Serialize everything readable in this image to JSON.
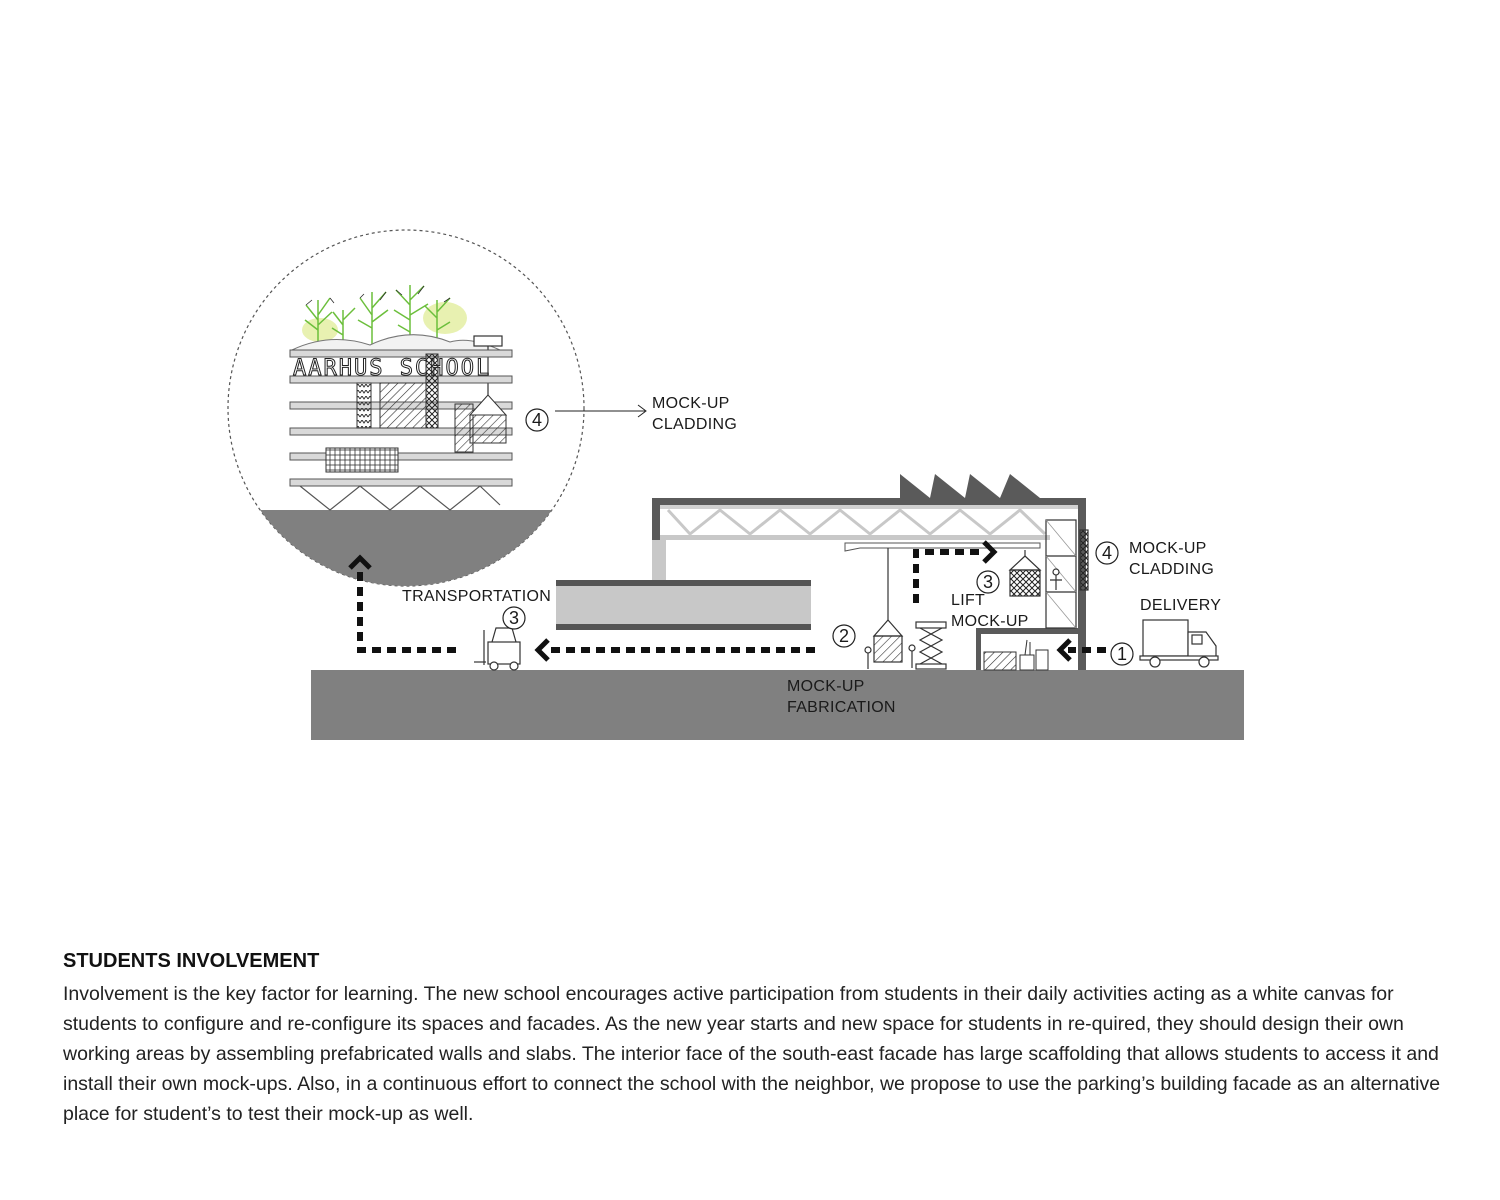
{
  "diagram": {
    "callout_step": "4",
    "callout_label_line1": "MOCK-UP",
    "callout_label_line2": "CLADDING",
    "sign_text": "AARHUS SCHOOL",
    "transportation_label": "TRANSPORTATION",
    "transportation_step": "3",
    "fabrication_step": "2",
    "fabrication_label_line1": "MOCK-UP",
    "fabrication_label_line2": "FABRICATION",
    "lift_step": "3",
    "lift_label_line1": "LIFT",
    "lift_label_line2": "MOCK-UP",
    "cladding_step": "4",
    "cladding_label_line1": "MOCK-UP",
    "cladding_label_line2": "CLADDING",
    "delivery_step": "1",
    "delivery_label": "DELIVERY",
    "colors": {
      "ground": "#808080",
      "structure": "#c8c8c8",
      "dark": "#5a5a5a",
      "tree": "#8cc63f",
      "arrow": "#111111"
    }
  },
  "text": {
    "title": "STUDENTS INVOLVEMENT",
    "body": "Involvement is the key factor for learning. The new school encourages active participation from students in their daily activities acting as a white canvas for students to configure and re-configure its spaces and facades. As the new year starts and new space for students in re-quired, they should design their own working areas by assembling prefabricated walls and slabs. The interior face of the south-east facade has large scaffolding that allows students to access it and install their own mock-ups. Also, in a continuous effort to connect the school with the neighbor, we propose to use the parking’s building facade as an alternative place for student’s to test their mock-up as well."
  }
}
